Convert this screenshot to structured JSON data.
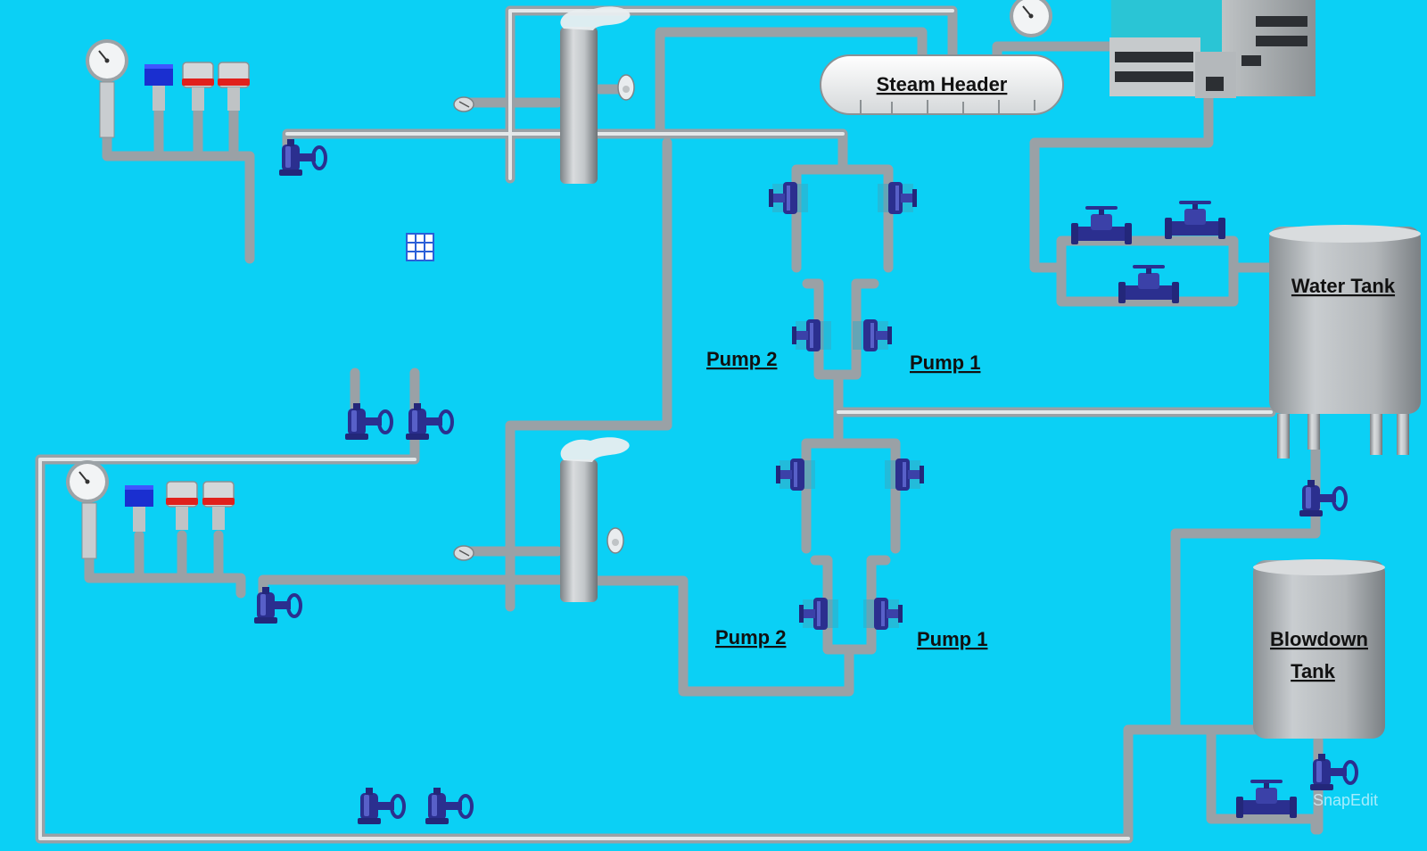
{
  "diagram": {
    "labels": {
      "steam_header": "Steam Header",
      "water_tank": "Water Tank",
      "blowdown_tank_line1": "Blowdown",
      "blowdown_tank_line2": "Tank",
      "upper_pump_2": "Pump 2",
      "upper_pump_1": "Pump 1",
      "lower_pump_2": "Pump 2",
      "lower_pump_1": "Pump 1"
    },
    "watermark": "SnapEdit",
    "colors": {
      "background": "#0bd0f5",
      "pipe": "#9aa1a6",
      "pipe_highlight": "#e4e8ea",
      "valve": "#2b2f8f",
      "valve_highlight": "#5860c8",
      "tank": "#a9adb0",
      "gauge_face": "#f2f4f5",
      "transmitter_blue": "#1a2fd0",
      "transmitter_red": "#e0201c"
    },
    "icons": [
      "pressure-gauge-icon",
      "gate-valve-icon",
      "globe-valve-icon",
      "transmitter-icon",
      "temperature-sensor-icon",
      "chimney-icon",
      "building-icon",
      "grid-icon"
    ]
  }
}
